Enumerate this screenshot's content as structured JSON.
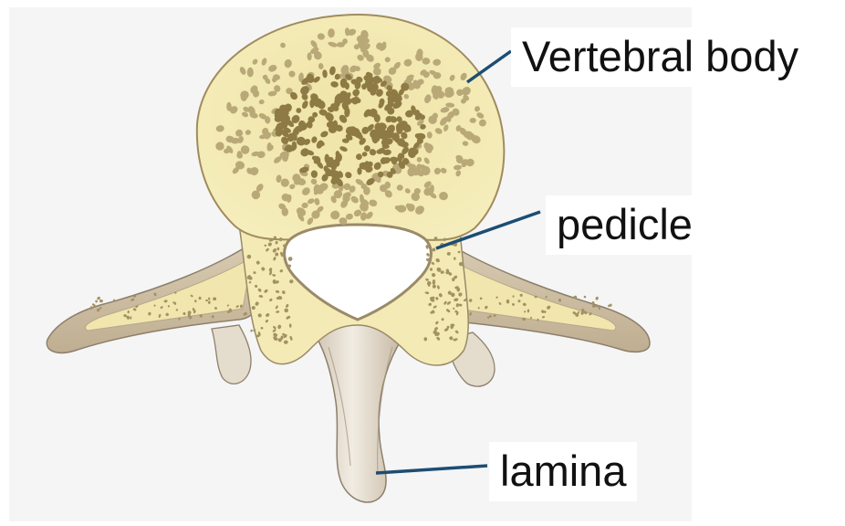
{
  "diagram": {
    "labels": {
      "vertebral_body": "Vertebral body",
      "pedicle": "pedicle",
      "lamina": "lamina"
    },
    "colors": {
      "background": "#f5f5f6",
      "bone_cancellous": "#f3eab5",
      "bone_cortex": "#d8c7a8",
      "trabecular_holes": "#b9a978",
      "trabecular_center": "#8d7a45",
      "spinous_process": "#ddd3c4",
      "leader_line": "#1d4d73"
    }
  }
}
